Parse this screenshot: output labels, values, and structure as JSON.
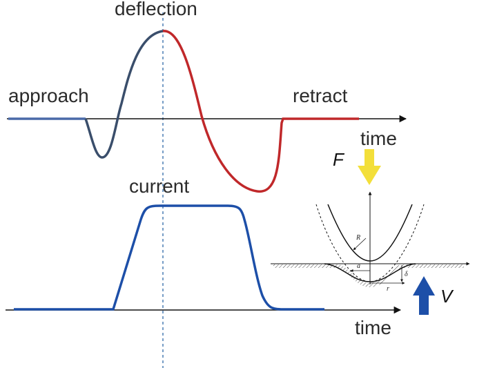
{
  "labels": {
    "deflection": "deflection",
    "approach": "approach",
    "retract": "retract",
    "time_top": "time",
    "current": "current",
    "time_bottom": "time"
  },
  "inset": {
    "force_label": "F",
    "velocity_label": "V",
    "radius_label": "R",
    "contact_label": "a",
    "depth_label": "δ",
    "distance_label": "r"
  },
  "colors": {
    "approach": "#4a6aa8",
    "approach_curve": "#3a4e6b",
    "retract": "#c0282a",
    "current": "#1d4fa8",
    "force_arrow": "#f3df3a",
    "velocity_arrow": "#1d4fa8",
    "dashed_line": "#4a7db3"
  }
}
